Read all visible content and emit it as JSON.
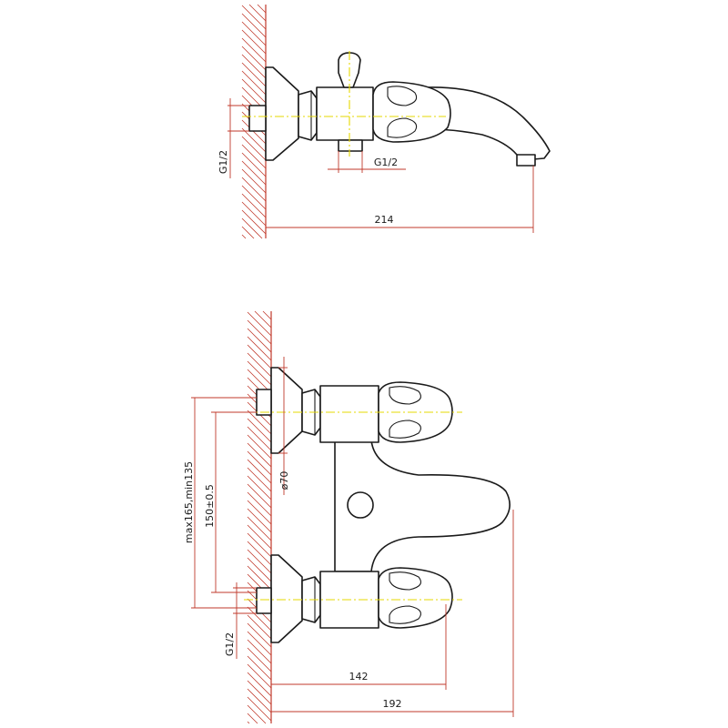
{
  "top_view": {
    "thread_left": "G1/2",
    "thread_bottom": "G1/2",
    "length": "214"
  },
  "front_view": {
    "height_range": "max165,min135",
    "center_distance": "150±0.5",
    "flange_diameter": "ø70",
    "thread_left": "G1/2",
    "depth_short": "142",
    "depth_long": "192"
  },
  "colors": {
    "dimension": "#c0392b",
    "centerline": "#e6d800",
    "outline": "#1a1a1a"
  }
}
